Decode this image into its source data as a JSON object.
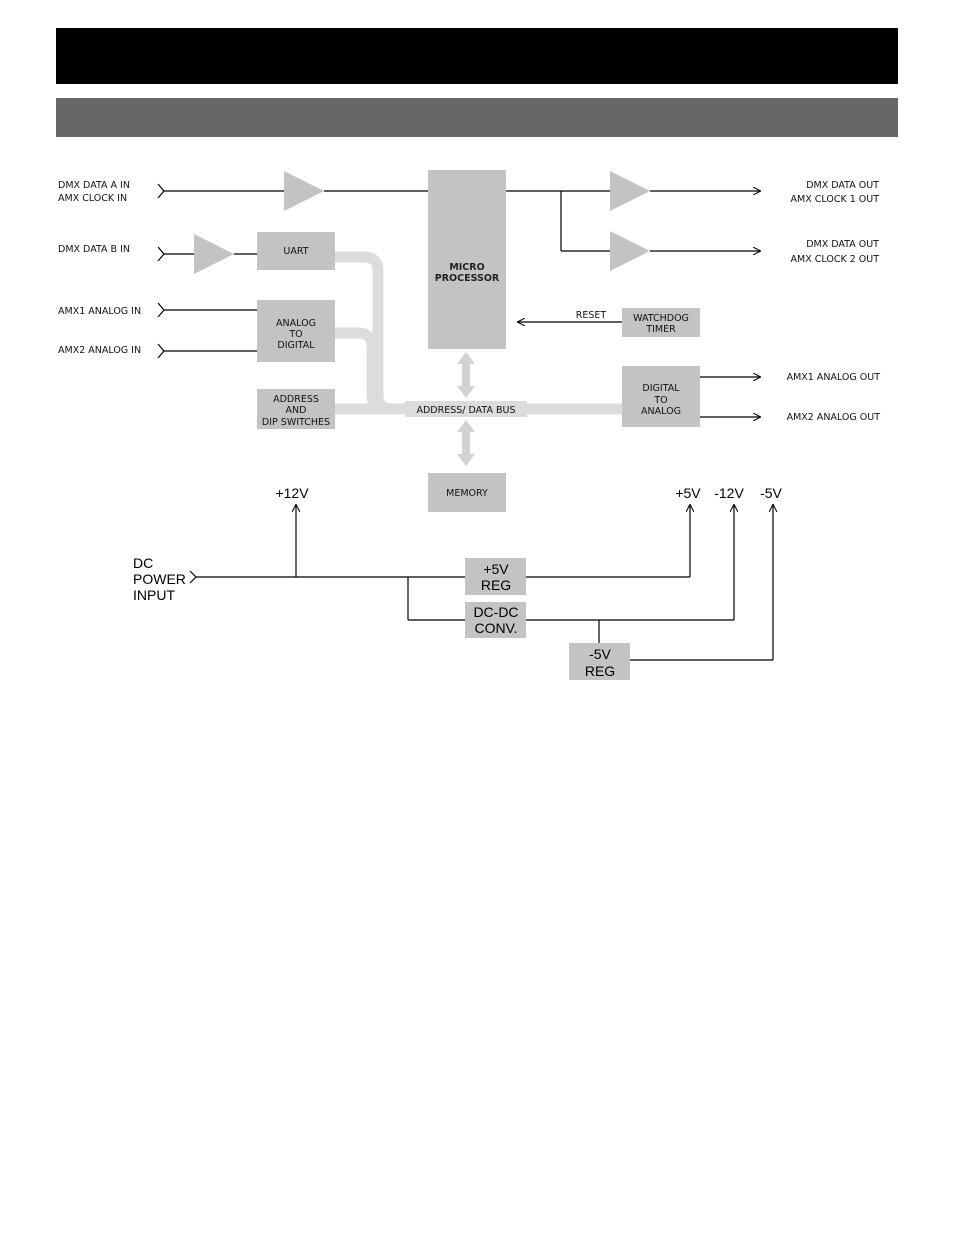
{
  "header": {
    "title": "",
    "subtitle": ""
  },
  "inputs": {
    "dmx_a_line1": "DMX DATA A IN",
    "dmx_a_line2": "AMX CLOCK IN",
    "dmx_b": "DMX DATA B IN",
    "amx1_analog_in": "AMX1 ANALOG IN",
    "amx2_analog_in": "AMX2 ANALOG IN"
  },
  "outputs": {
    "out1_line1": "DMX DATA OUT",
    "out1_line2": "AMX CLOCK 1 OUT",
    "out2_line1": "DMX DATA OUT",
    "out2_line2": "AMX CLOCK 2 OUT",
    "amx1_analog_out": "AMX1 ANALOG OUT",
    "amx2_analog_out": "AMX2 ANALOG OUT"
  },
  "blocks": {
    "uart": "UART",
    "adc": [
      "ANALOG",
      "TO",
      "DIGITAL"
    ],
    "address": [
      "ADDRESS",
      "AND",
      "DIP SWITCHES"
    ],
    "micro": [
      "MICRO",
      "PROCESSOR"
    ],
    "watchdog": [
      "WATCHDOG",
      "TIMER"
    ],
    "dac": [
      "DIGITAL",
      "TO",
      "ANALOG"
    ],
    "memory": "MEMORY"
  },
  "labels": {
    "reset": "RESET",
    "bus": "ADDRESS/ DATA BUS"
  },
  "power": {
    "input": [
      "DC",
      "POWER",
      "INPUT"
    ],
    "rail_12v": "+12V",
    "rail_5v": "+5V",
    "rail_neg12v": "-12V",
    "rail_neg5v": "-5V",
    "reg5v": [
      "+5V",
      "REG"
    ],
    "dcdc": [
      "DC-DC",
      "CONV."
    ],
    "regneg5v": [
      "-5V",
      "REG"
    ]
  }
}
